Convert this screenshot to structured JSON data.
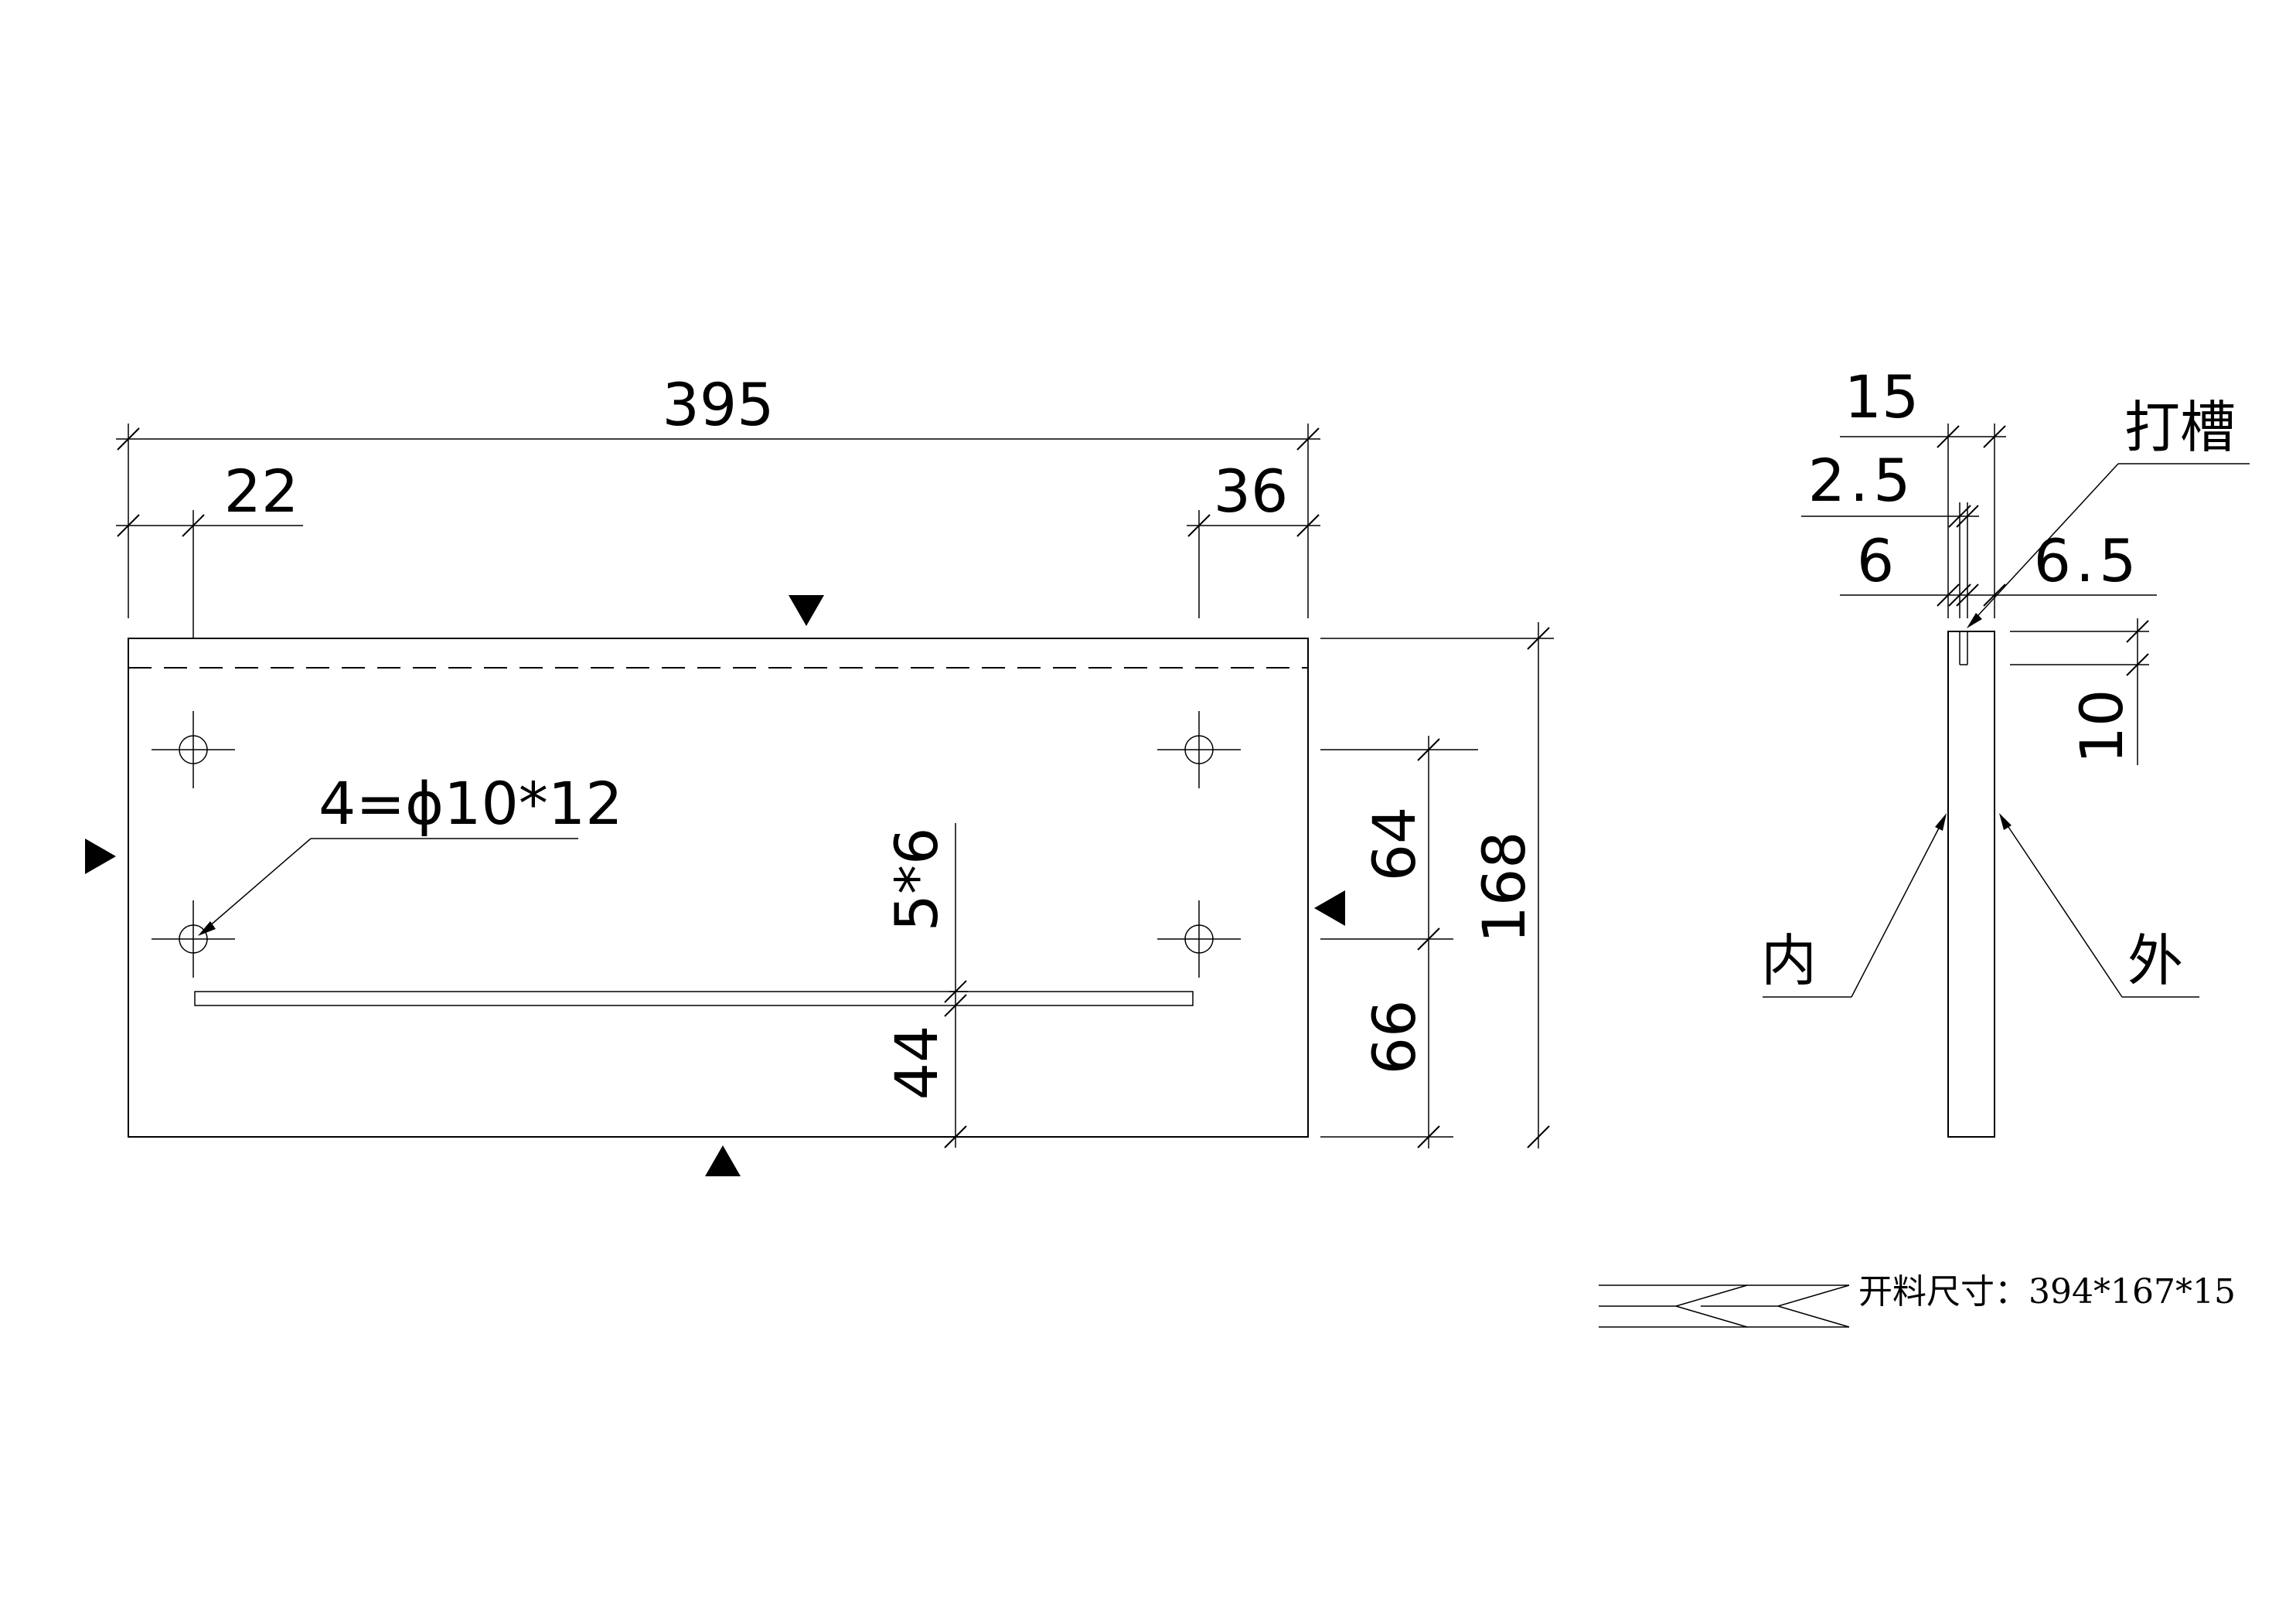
{
  "front_view": {
    "overall_width": "395",
    "left_offset": "22",
    "right_offset": "36",
    "holes_label": "4=ϕ10*12",
    "groove_label": "5*6",
    "groove_bottom": "44",
    "hole_spacing": "64",
    "lower_distance": "66",
    "overall_height": "168"
  },
  "side_view": {
    "thickness": "15",
    "groove_width": "2.5",
    "inner_offset": "6",
    "outer_offset": "6.5",
    "groove_label": "打槽",
    "groove_depth": "10",
    "inner_label": "内",
    "outer_label": "外"
  },
  "cut_size": {
    "text": "开料尺寸：394*167*15"
  }
}
